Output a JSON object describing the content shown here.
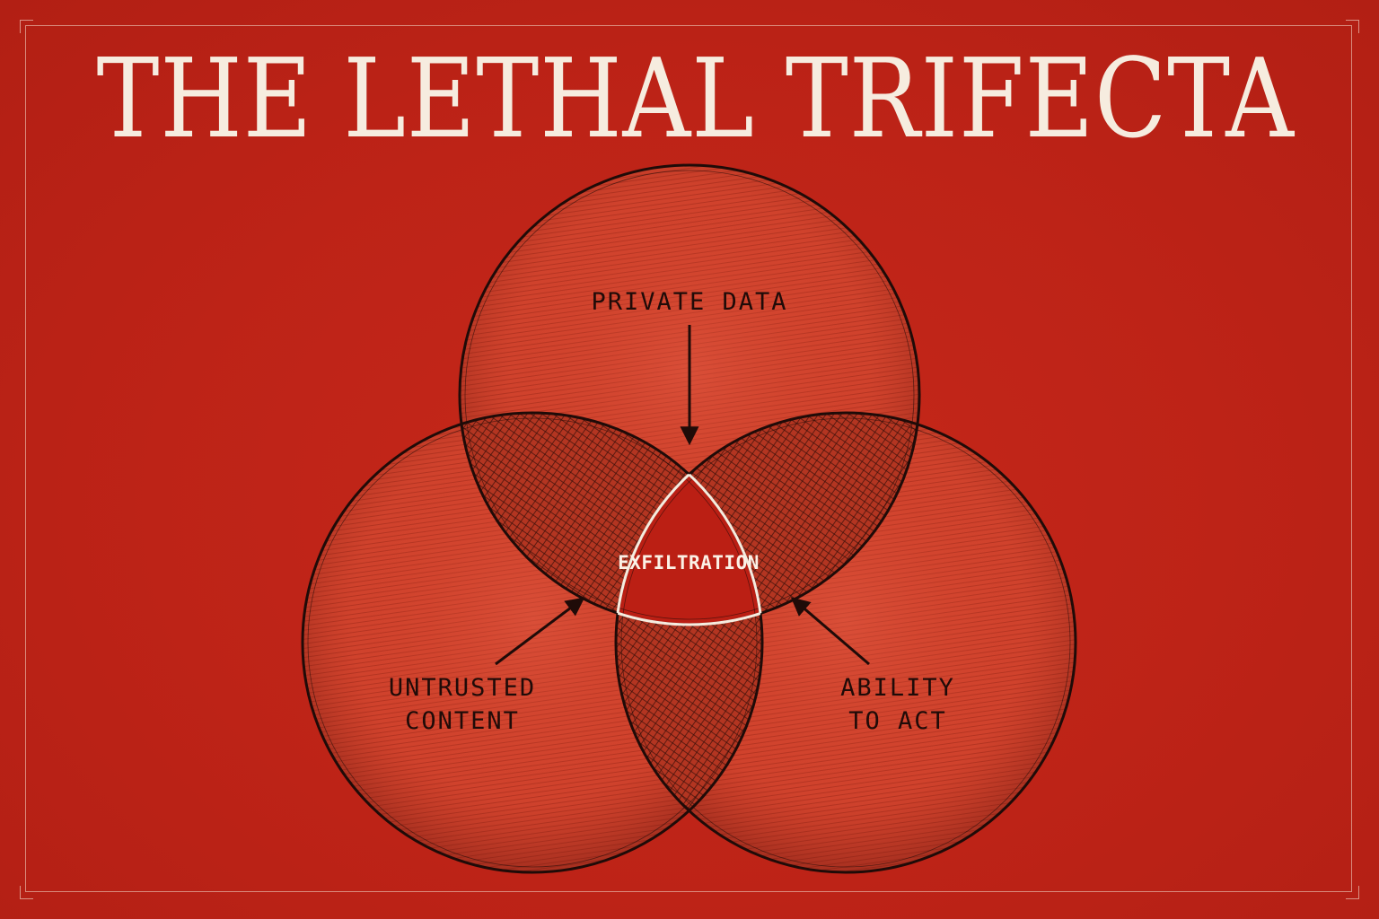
{
  "title": "THE LETHAL TRIFECTA",
  "circles": {
    "top": {
      "label": "PRIVATE DATA"
    },
    "left": {
      "label_line1": "UNTRUSTED",
      "label_line2": "CONTENT"
    },
    "right": {
      "label_line1": "ABILITY",
      "label_line2": "TO ACT"
    }
  },
  "center": {
    "label": "EXFILTRATION"
  },
  "colors": {
    "background": "#bd2317",
    "circle_fill": "#d2442f",
    "overlap_fill": "#a8321f",
    "center_fill": "#bb1f14",
    "ink": "#1f0b08",
    "title_text": "#f6ecdf"
  }
}
